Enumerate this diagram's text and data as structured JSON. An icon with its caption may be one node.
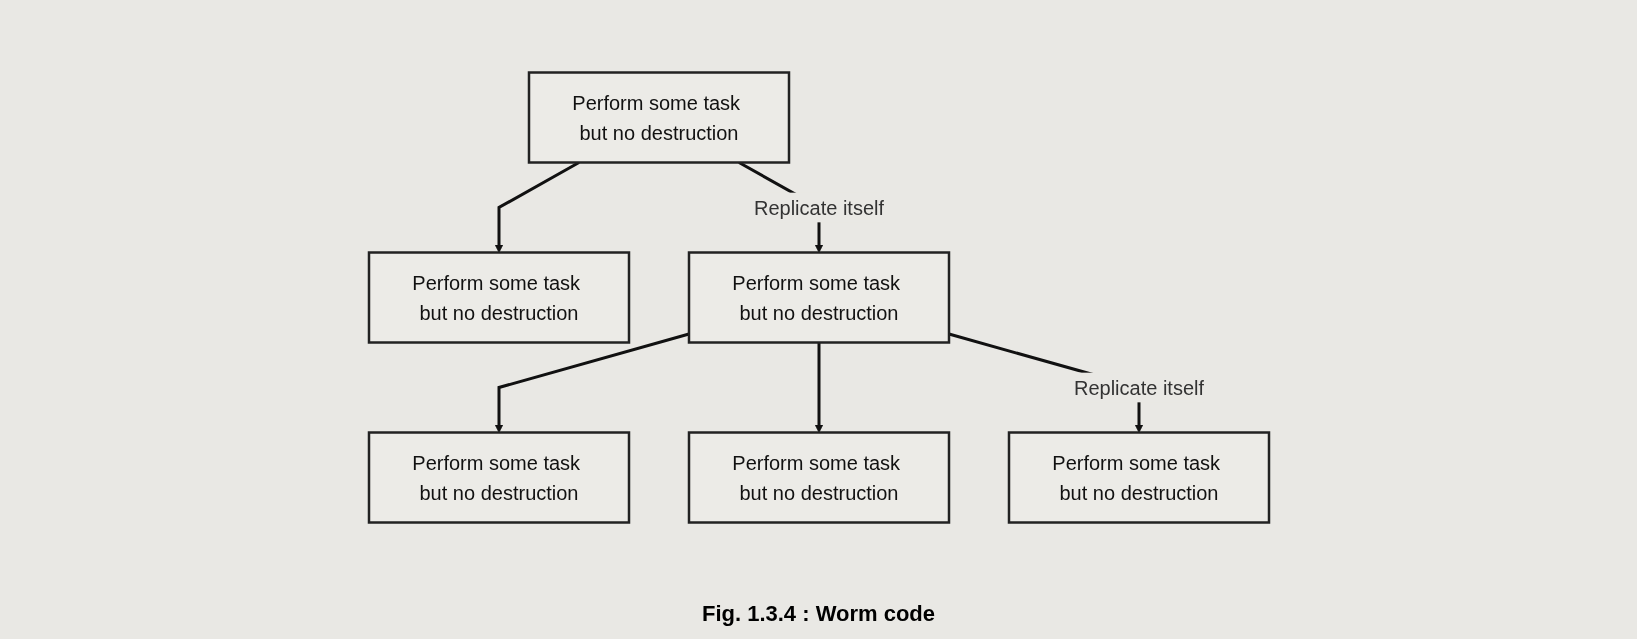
{
  "diagram": {
    "caption": "Fig. 1.3.4 : Worm code",
    "nodes": [
      {
        "text": [
          "Perform some task but no destruction"
        ]
      },
      {
        "text": [
          "Perform some task but no destruction"
        ]
      },
      {
        "text": [
          "Perform some task but no destruction"
        ]
      },
      {
        "text": [
          "Perform some task but no destruction"
        ]
      },
      {
        "text": [
          "Perform some task but no destruction"
        ]
      },
      {
        "text": [
          "Perform some task but no destruction"
        ]
      }
    ],
    "edges": [
      {
        "from": 0,
        "to": 1,
        "arrow": "to"
      },
      {
        "from": 0,
        "to": 2,
        "arrow": "to",
        "label": "Replicate itself"
      },
      {
        "from": 2,
        "to": 3,
        "arrow": "to"
      },
      {
        "from": 2,
        "to": 4,
        "arrow": "to"
      },
      {
        "from": 2,
        "to": 5,
        "arrow": "to",
        "label": "Replicate itself"
      }
    ]
  }
}
